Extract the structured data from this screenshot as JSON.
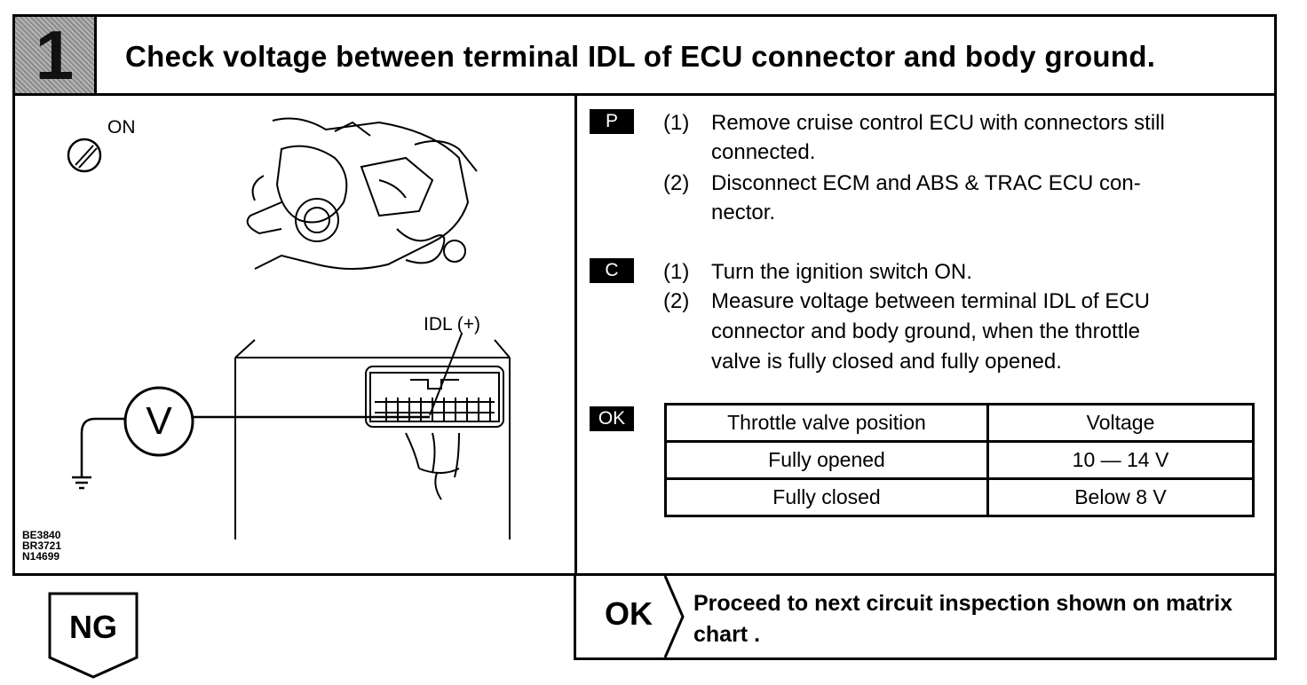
{
  "header": {
    "step_number": "1",
    "title": "Check voltage between terminal IDL of ECU connector and body ground."
  },
  "illustration": {
    "ignition_label": "ON",
    "terminal_label": "IDL (+)",
    "meter_symbol": "V",
    "figure_codes": [
      "BE3840",
      "BR3721",
      "N14699"
    ]
  },
  "prep": {
    "tag": "P",
    "steps": [
      {
        "num": "(1)",
        "lines": [
          "Remove cruise control ECU with connectors still",
          "connected."
        ]
      },
      {
        "num": "(2)",
        "lines": [
          "Disconnect ECM and ABS & TRAC ECU con-",
          "nector."
        ]
      }
    ]
  },
  "check": {
    "tag": "C",
    "steps": [
      {
        "num": "(1)",
        "lines": [
          "Turn the ignition switch ON."
        ]
      },
      {
        "num": "(2)",
        "lines": [
          "Measure voltage between terminal IDL of ECU",
          "connector and body ground, when the throttle",
          "valve is fully closed and fully opened."
        ]
      }
    ]
  },
  "ok_spec": {
    "tag": "OK",
    "headers": [
      "Throttle valve position",
      "Voltage"
    ],
    "rows": [
      [
        "Fully opened",
        "10 — 14 V"
      ],
      [
        "Fully closed",
        "Below 8 V"
      ]
    ]
  },
  "result_ok": {
    "label": "OK",
    "text_lines": [
      "Proceed to next circuit inspection shown on matrix",
      "chart ."
    ]
  },
  "result_ng": {
    "label": "NG"
  }
}
